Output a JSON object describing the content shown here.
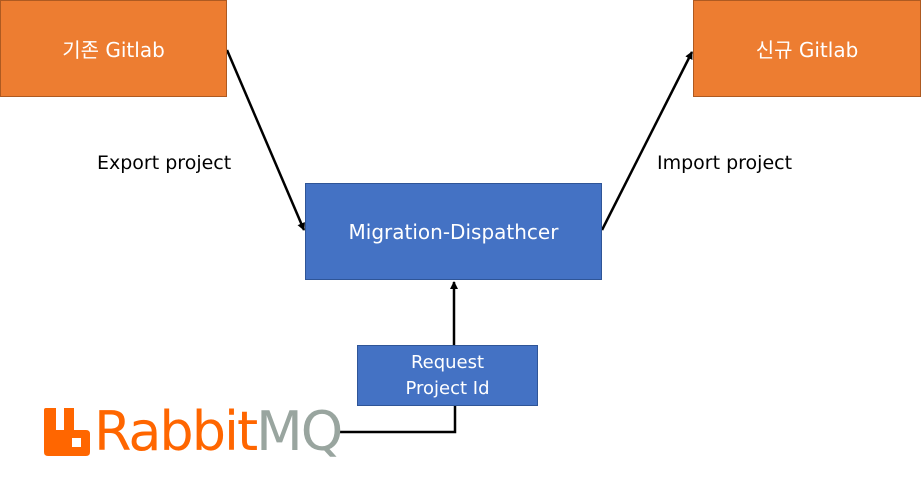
{
  "nodes": {
    "old_gitlab": "기존 Gitlab",
    "new_gitlab": "신규 Gitlab",
    "dispatcher": "Migration-Dispathcer",
    "request_line1": "Request",
    "request_line2": "Project Id"
  },
  "edges": {
    "export_label": "Export project",
    "import_label": "Import project"
  },
  "logo": {
    "rabbit": "Rabbit",
    "mq": "MQ"
  },
  "colors": {
    "gitlab_box": "#ed7d31",
    "process_box": "#4472c4",
    "logo_orange": "#ff6600",
    "logo_gray": "#99a59f"
  },
  "icons": [
    "rabbitmq-logo-icon"
  ]
}
